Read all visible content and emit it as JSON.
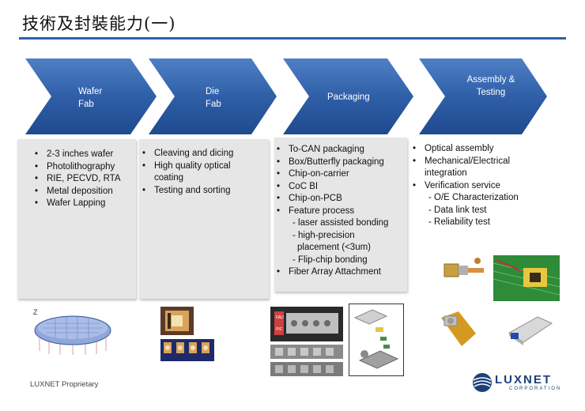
{
  "title": "技術及封裝能力(一)",
  "stages": [
    {
      "label_line1": "Wafer",
      "label_line2": "Fab"
    },
    {
      "label_line1": "Die",
      "label_line2": "Fab"
    },
    {
      "label_line1": "Packaging",
      "label_line2": ""
    },
    {
      "label_line1": "Assembly  &",
      "label_line2": "Testing"
    }
  ],
  "wafer_fab_items": [
    "2-3 inches wafer",
    "Photolithography",
    "RIE, PECVD, RTA",
    "Metal deposition",
    "Wafer Lapping"
  ],
  "die_fab_items": [
    "Cleaving and dicing",
    "High quality optical",
    "coating",
    "Testing and sorting"
  ],
  "packaging_items": [
    "To-CAN packaging",
    "Box/Butterfly packaging",
    "Chip-on-carrier",
    "CoC BI",
    "Chip-on-PCB",
    "Feature process"
  ],
  "packaging_sub": [
    "- laser assisted bonding",
    "-  high-precision",
    "placement (<3um)",
    "- Flip-chip bonding"
  ],
  "packaging_last": "Fiber Array Attachment",
  "assembly_items": [
    "Optical assembly",
    "Mechanical/Electrical",
    "integration",
    "Verification service"
  ],
  "assembly_sub": [
    "- O/E Characterization",
    "- Data link test",
    "-  Reliability test"
  ],
  "footer": "LUXNET Proprietary",
  "logo": {
    "name": "LUXNET",
    "sub": "CORPORATION"
  },
  "image_labels": {
    "wafer_corner": "Z",
    "pkg_fau": "FAU",
    "pkg_pic": "PIC"
  },
  "colors": {
    "accent": "#2f5fa8",
    "arrow": "#2f5fa8",
    "box_bg": "#e6e6e6"
  }
}
